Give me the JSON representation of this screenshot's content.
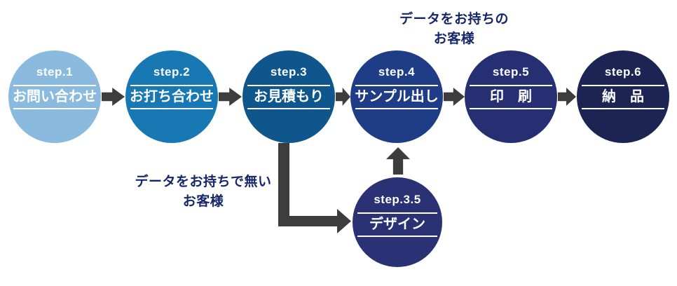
{
  "diagram": {
    "steps": [
      {
        "id": "step.1",
        "label": "お問い合わせ",
        "color": "#8abade"
      },
      {
        "id": "step.2",
        "label": "お打ち合わせ",
        "color": "#1878b3"
      },
      {
        "id": "step.3",
        "label": "お見積もり",
        "color": "#0e568c"
      },
      {
        "id": "step.4",
        "label": "サンプル出し",
        "color": "#1e3d86"
      },
      {
        "id": "step.5",
        "label": "印　刷",
        "color": "#252f72"
      },
      {
        "id": "step.6",
        "label": "納　品",
        "color": "#1b2452"
      }
    ],
    "branch_step": {
      "id": "step.3.5",
      "label": "デザイン",
      "color": "#2a3174"
    },
    "annotations": {
      "with_data_line1": "データをお持ちの",
      "with_data_line2": "お客様",
      "without_data_line1": "データをお持ちで無い",
      "without_data_line2": "お客様"
    },
    "colors": {
      "arrow": "#3d3d3d",
      "annotation_text": "#152769",
      "background": "#ffffff"
    }
  }
}
